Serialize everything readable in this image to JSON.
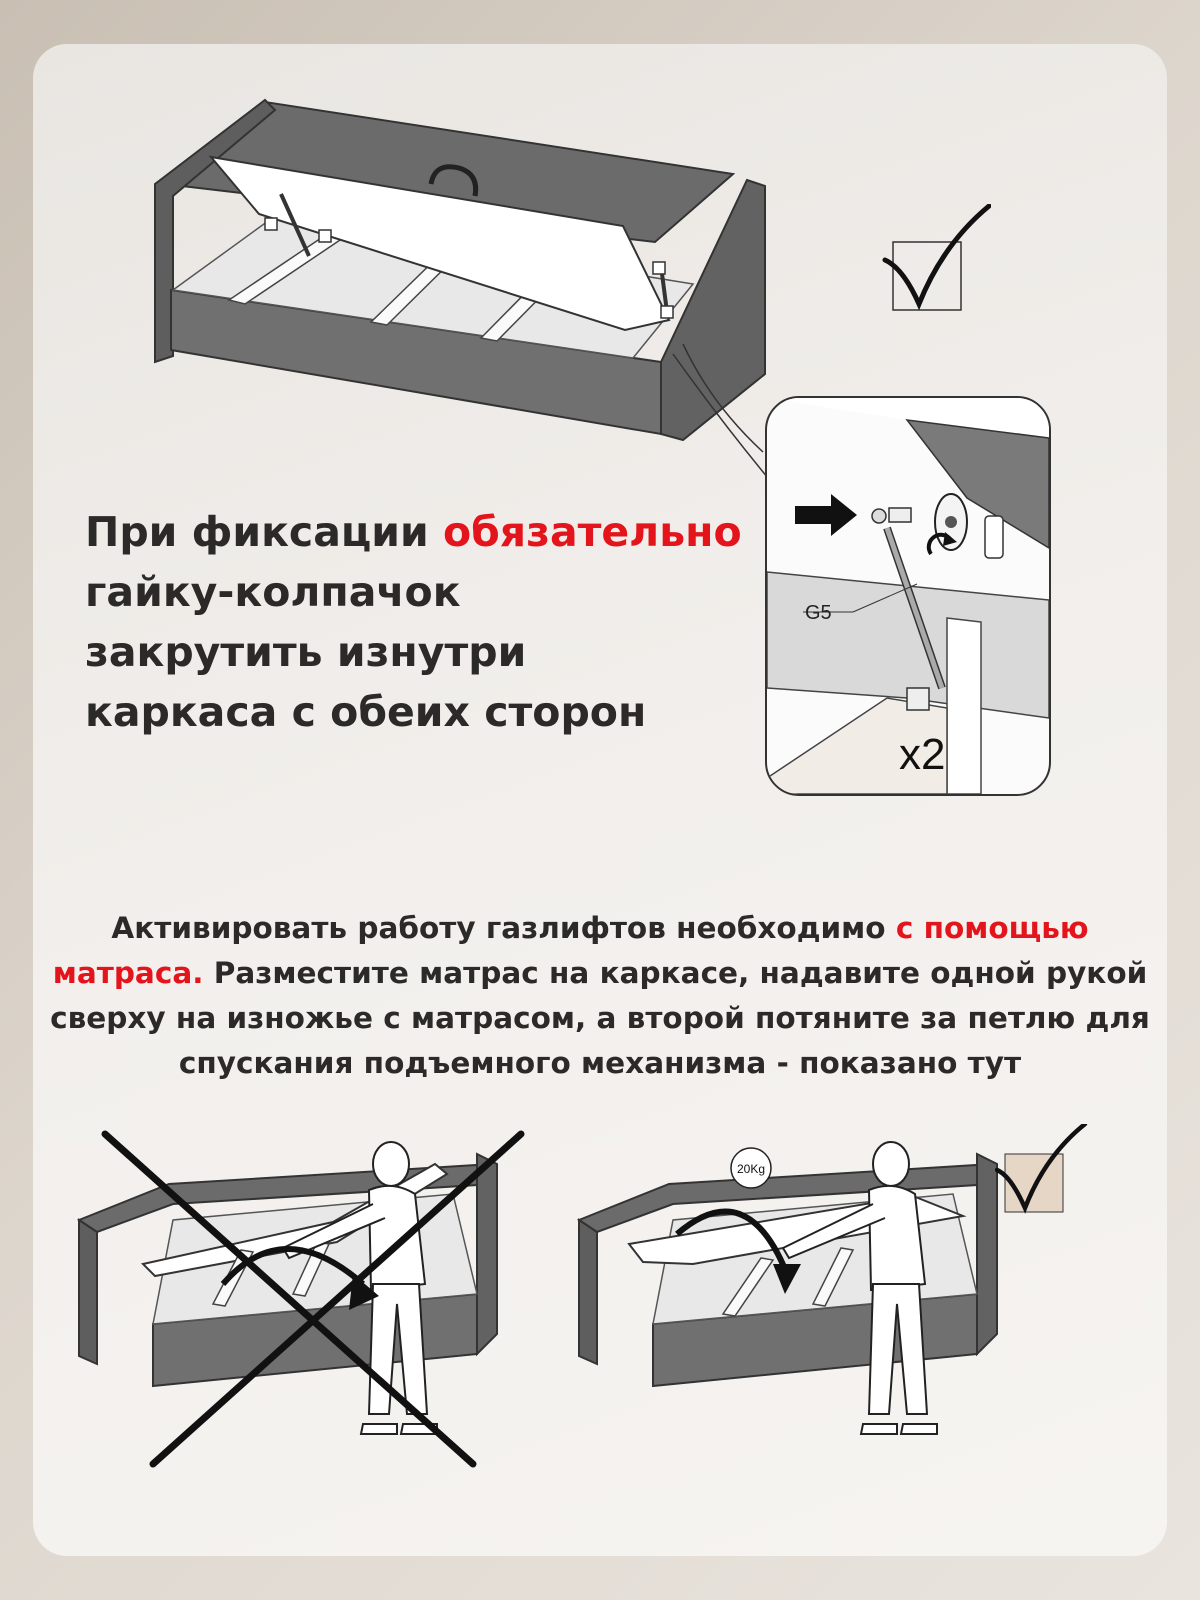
{
  "lead": {
    "line1_pre": "При фиксации ",
    "line1_red": "обязательно",
    "line2": "гайку-колпачок",
    "line3": "закрутить изнутри",
    "line4": "каркаса с обеих сторон"
  },
  "instruction": {
    "part1": "Активировать работу газлифтов необходимо ",
    "red1": "с помощью",
    "red2": "матраса.",
    "part2": " Разместите матрас на каркасе, надавите одной рукой сверху на изножье с матрасом, а второй потяните за петлю для спускания подъемного механизма - показано тут"
  },
  "detail": {
    "part_label": "G5",
    "quantity": "x2"
  },
  "correct_figure": {
    "weight_label": "20Kg"
  },
  "icons": [
    "checkmark-icon",
    "cross-icon",
    "arrow-right-icon",
    "rotate-arrow-icon"
  ],
  "colors": {
    "accent_red": "#e3141b",
    "text_dark": "#2c2a28",
    "bed_frame": "#6b6b6b",
    "check_box": "#e6d6c6"
  }
}
